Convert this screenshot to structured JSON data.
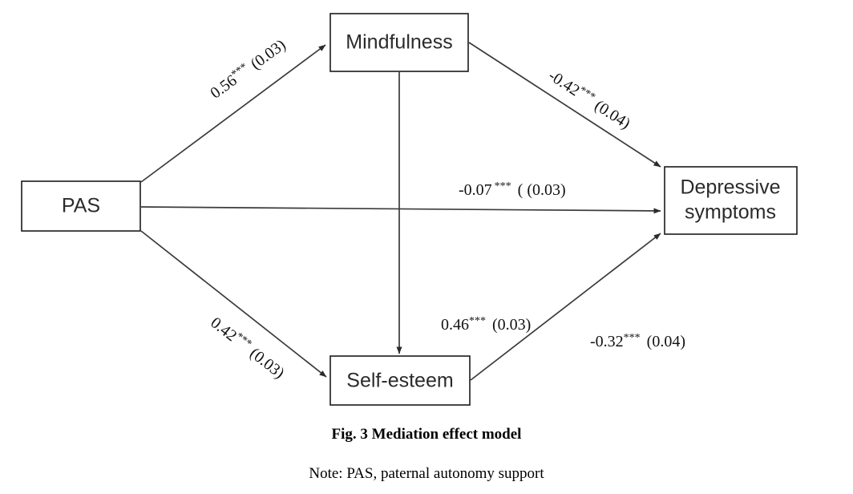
{
  "figure": {
    "caption": "Fig. 3 Mediation effect model",
    "note": "Note: PAS, paternal autonomy support"
  },
  "nodes": {
    "pas": {
      "label": "PAS"
    },
    "mindfulness": {
      "label": "Mindfulness"
    },
    "self_esteem": {
      "label": "Self-esteem"
    },
    "depressive": {
      "label_line1": "Depressive",
      "label_line2": "symptoms"
    }
  },
  "edges": {
    "pas_to_mindfulness": {
      "coefficient": "0.56",
      "stars": "***",
      "se": "(0.03)"
    },
    "mindfulness_to_depressive": {
      "coefficient": "-0.42",
      "stars": "***",
      "se": "(0.04)"
    },
    "pas_to_depressive": {
      "coefficient": "-0.07",
      "stars": "***",
      "se": "( (0.03)"
    },
    "pas_to_self_esteem": {
      "coefficient": "0.42",
      "stars": "***",
      "se": "(0.03)"
    },
    "mindfulness_to_self_esteem": {
      "coefficient": "0.46",
      "stars": "***",
      "se": "(0.03)"
    },
    "self_esteem_to_depressive": {
      "coefficient": "-0.32",
      "stars": "***",
      "se": "(0.04)"
    }
  },
  "chart_data": {
    "type": "diagram",
    "title": "Fig. 3 Mediation effect model",
    "subtitle": "Note: PAS, paternal autonomy support",
    "nodes": [
      "PAS",
      "Mindfulness",
      "Self-esteem",
      "Depressive symptoms"
    ],
    "paths": [
      {
        "from": "PAS",
        "to": "Mindfulness",
        "estimate": 0.56,
        "se": 0.03,
        "significance": "***"
      },
      {
        "from": "PAS",
        "to": "Self-esteem",
        "estimate": 0.42,
        "se": 0.03,
        "significance": "***"
      },
      {
        "from": "PAS",
        "to": "Depressive symptoms",
        "estimate": -0.07,
        "se": 0.03,
        "significance": "***"
      },
      {
        "from": "Mindfulness",
        "to": "Depressive symptoms",
        "estimate": -0.42,
        "se": 0.04,
        "significance": "***"
      },
      {
        "from": "Mindfulness",
        "to": "Self-esteem",
        "estimate": 0.46,
        "se": 0.03,
        "significance": "***"
      },
      {
        "from": "Self-esteem",
        "to": "Depressive symptoms",
        "estimate": -0.32,
        "se": 0.04,
        "significance": "***"
      }
    ]
  }
}
